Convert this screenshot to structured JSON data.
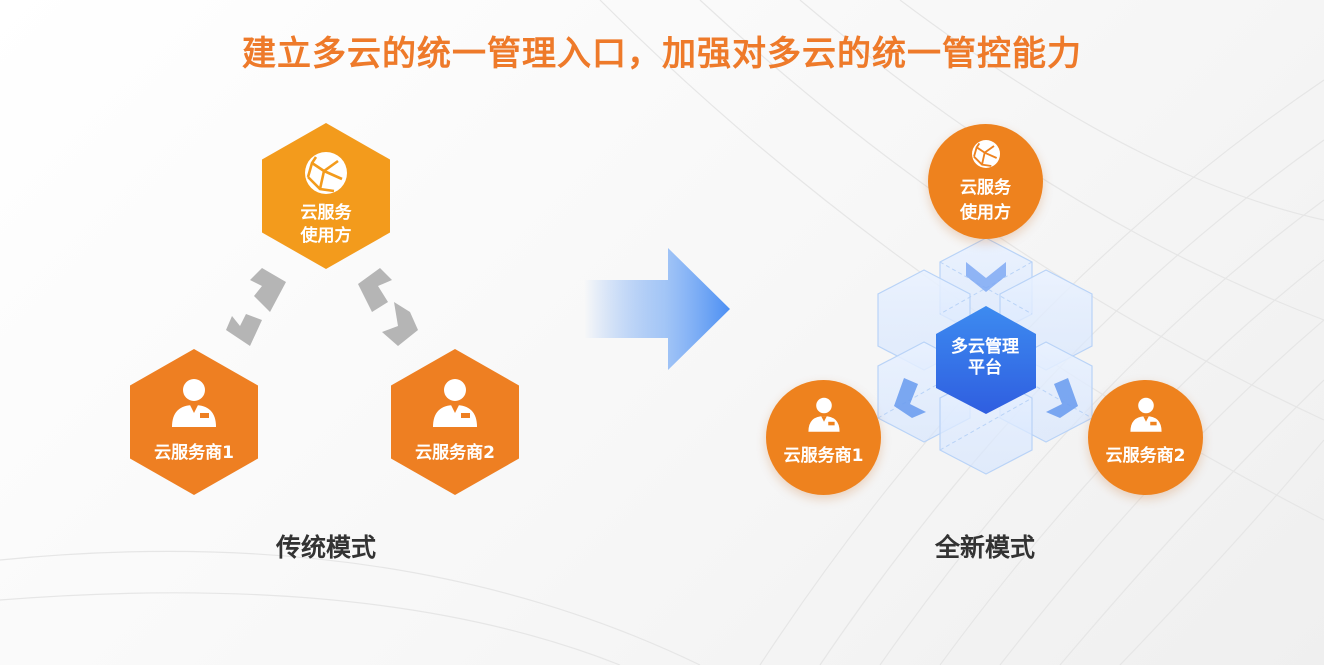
{
  "title": "建立多云的统一管理入口，加强对多云的统一管控能力",
  "colors": {
    "title": "#EE7A2A",
    "hex_top": "#F39B1C",
    "hex_bottom": "#EE7F22",
    "circle": "#EE821E",
    "arrow_blue": "#4C8FF3",
    "cube_blue": "#2F6FE8",
    "swap_gray": "#B5B5B5"
  },
  "traditional": {
    "label": "传统模式",
    "consumer": {
      "line1": "云服务",
      "line2": "使用方",
      "icon": "network-globe-icon"
    },
    "provider1": {
      "label": "云服务商1",
      "icon": "person-icon"
    },
    "provider2": {
      "label": "云服务商2",
      "icon": "person-icon"
    }
  },
  "new_mode": {
    "label": "全新模式",
    "consumer": {
      "line1": "云服务",
      "line2": "使用方",
      "icon": "network-globe-icon"
    },
    "platform": {
      "line1": "多云管理",
      "line2": "平台"
    },
    "provider1": {
      "label": "云服务商1",
      "icon": "person-icon"
    },
    "provider2": {
      "label": "云服务商2",
      "icon": "person-icon"
    }
  }
}
